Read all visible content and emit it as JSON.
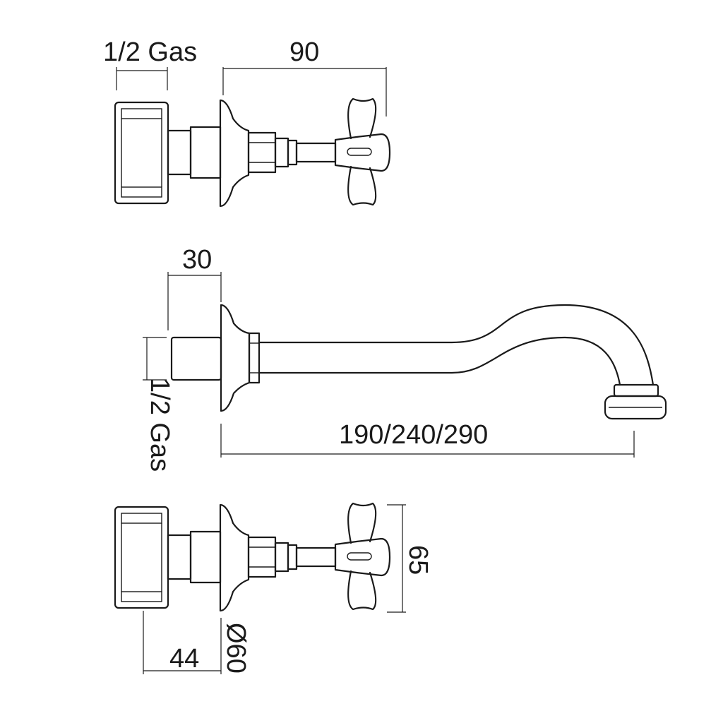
{
  "labels": {
    "top_gas": "1/2 Gas",
    "top_depth": "90",
    "spout_inlet": "30",
    "spout_gas": "1/2 Gas",
    "spout_length": "190/240/290",
    "handle_height": "65",
    "body_offset": "44",
    "flange_dia": "Ø60"
  },
  "colors": {
    "line": "#1a1a1a",
    "background": "#ffffff"
  }
}
